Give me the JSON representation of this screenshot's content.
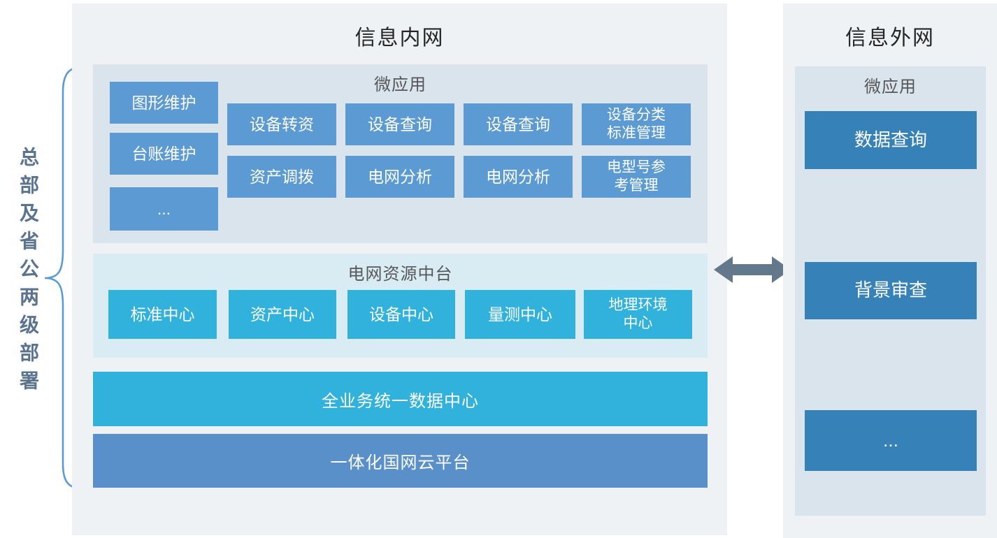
{
  "left_annotation": {
    "label": "总部及省公两级部署"
  },
  "intranet": {
    "title": "信息内网",
    "micro_apps": {
      "title": "微应用",
      "side_items": [
        "图形维护",
        "台账维护",
        "..."
      ],
      "grid_rows": [
        [
          "设备转资",
          "设备查询",
          "设备查询",
          "设备分类\n标准管理"
        ],
        [
          "资产调拨",
          "电网分析",
          "电网分析",
          "电型号参\n考管理"
        ]
      ]
    },
    "platform": {
      "title": "电网资源中台",
      "centers": [
        "标准中心",
        "资产中心",
        "设备中心",
        "量测中心",
        "地理环境\n中心"
      ]
    },
    "bars": {
      "data_center": "全业务统一数据中心",
      "cloud": "一体化国网云平台"
    }
  },
  "extranet": {
    "title": "信息外网",
    "micro_apps": {
      "title": "微应用",
      "items": [
        "数据查询",
        "背景审查",
        "..."
      ]
    }
  },
  "connector": {
    "icon": "double-headed-arrow",
    "color": "#64788C"
  },
  "colors": {
    "panel_bg": "#EFF2F4",
    "section_bg": "#DAE4ED",
    "platform_section_bg": "#D9ECF4",
    "microapp_box": "#5B9AD3",
    "center_box_cyan": "#31B2DD",
    "cloud_bar_blue": "#5A90C9",
    "extranet_box": "#3682B8",
    "brace": "#5B9BD5",
    "side_label_text": "#5A7390",
    "title_text": "#262626"
  }
}
